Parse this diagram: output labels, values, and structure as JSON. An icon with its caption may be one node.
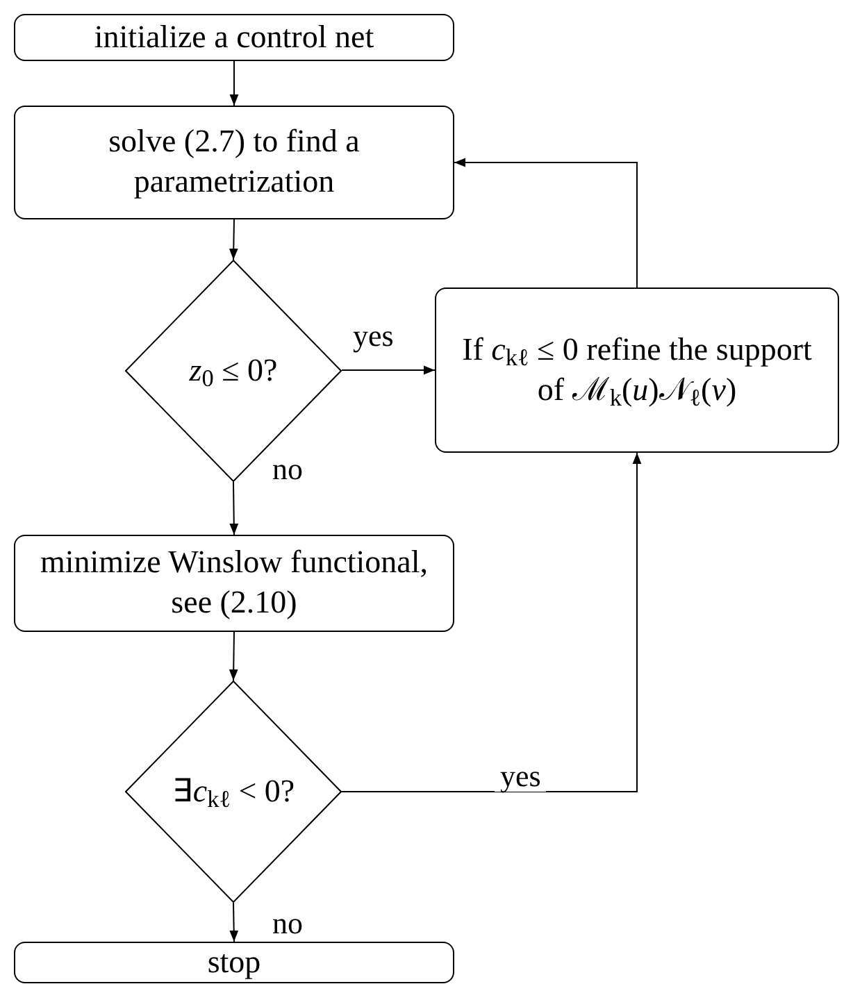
{
  "diagram": {
    "nodes": [
      {
        "text": [
          "initialize a control net"
        ]
      },
      {
        "text": [
          "solve (2.7) to find a parametrization"
        ]
      },
      {
        "text": [
          "*z*$_{0}$ ≤ 0?"
        ]
      },
      {
        "text": [
          "If *c*$_{kℓ}$ ≤ 0 refine the support of ℳ$_{k}$(*u*)𝒩$_{ℓ}$(*v*)"
        ]
      },
      {
        "text": [
          "minimize Winslow functional, see (2.10)"
        ]
      },
      {
        "text": [
          "∃*c*$_{kℓ}$ < 0?"
        ]
      },
      {
        "text": [
          "stop"
        ]
      }
    ],
    "edges": [
      {
        "from": 0,
        "to": 1,
        "arrow": "to"
      },
      {
        "from": 1,
        "to": 2,
        "arrow": "to"
      },
      {
        "from": 2,
        "to": 3,
        "arrow": "to",
        "label": "yes"
      },
      {
        "from": 2,
        "to": 4,
        "arrow": "to",
        "label": "no"
      },
      {
        "from": 4,
        "to": 5,
        "arrow": "to"
      },
      {
        "from": 5,
        "to": 3,
        "arrow": "to",
        "label": "yes"
      },
      {
        "from": 3,
        "to": 1,
        "arrow": "to"
      },
      {
        "from": 5,
        "to": 6,
        "arrow": "to",
        "label": "no"
      }
    ]
  }
}
